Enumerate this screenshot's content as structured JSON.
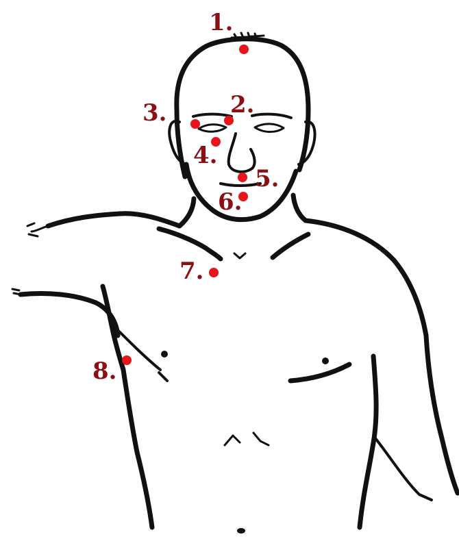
{
  "colors": {
    "marker": "#e8141c",
    "label": "#8b0f14",
    "outline": "#111111"
  },
  "points": [
    {
      "id": 1,
      "label": "1."
    },
    {
      "id": 2,
      "label": "2."
    },
    {
      "id": 3,
      "label": "3."
    },
    {
      "id": 4,
      "label": "4."
    },
    {
      "id": 5,
      "label": "5."
    },
    {
      "id": 6,
      "label": "6."
    },
    {
      "id": 7,
      "label": "7."
    },
    {
      "id": 8,
      "label": "8."
    }
  ]
}
